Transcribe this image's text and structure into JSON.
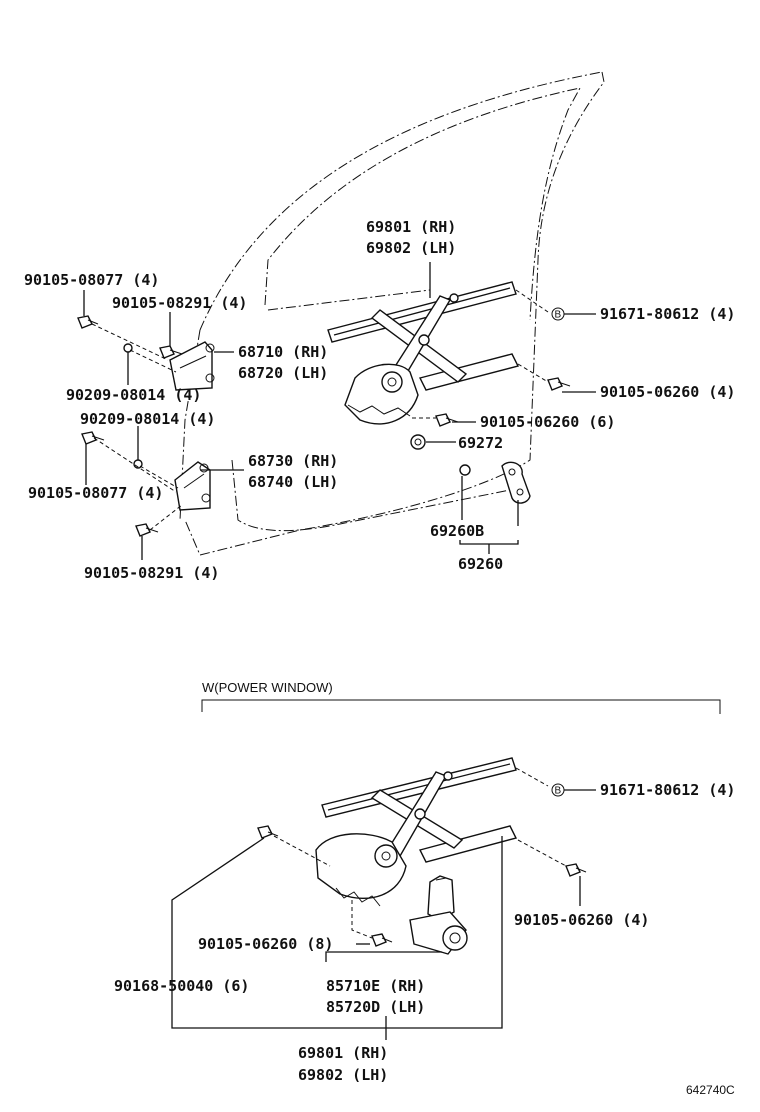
{
  "labels": {
    "p69801_rh_top": "69801 (RH)",
    "p69802_lh_top": "69802 (LH)",
    "p90105_08077_a": "90105-08077 (4)",
    "p90105_08291_a": "90105-08291 (4)",
    "p68710": "68710 (RH)",
    "p68720": "68720 (LH)",
    "p90209_08014_a": "90209-08014 (4)",
    "p90209_08014_b": "90209-08014 (4)",
    "p68730": "68730 (RH)",
    "p68740": "68740 (LH)",
    "p90105_08077_b": "90105-08077 (4)",
    "p90105_08291_b": "90105-08291 (4)",
    "p91671_top": "91671-80612 (4)",
    "p90105_06260_4_top": "90105-06260 (4)",
    "p90105_06260_6": "90105-06260 (6)",
    "p69272": "69272",
    "p69260b": "69260B",
    "p69260": "69260",
    "section_power": "W(POWER WINDOW)",
    "p91671_bot": "91671-80612 (4)",
    "p90105_06260_4_bot": "90105-06260 (4)",
    "p90105_06260_8": "90105-06260 (8)",
    "p90168": "90168-50040 (6)",
    "p85710e": "85710E (RH)",
    "p85720d": "85720D (LH)",
    "p69801_rh_bot": "69801 (RH)",
    "p69802_lh_bot": "69802 (LH)",
    "ref_code": "642740C",
    "circle_letter_top": "B",
    "circle_letter_bot": "B"
  },
  "icons": {
    "bolt": "bolt-icon",
    "washer": "washer-icon",
    "clip": "clip-icon"
  }
}
